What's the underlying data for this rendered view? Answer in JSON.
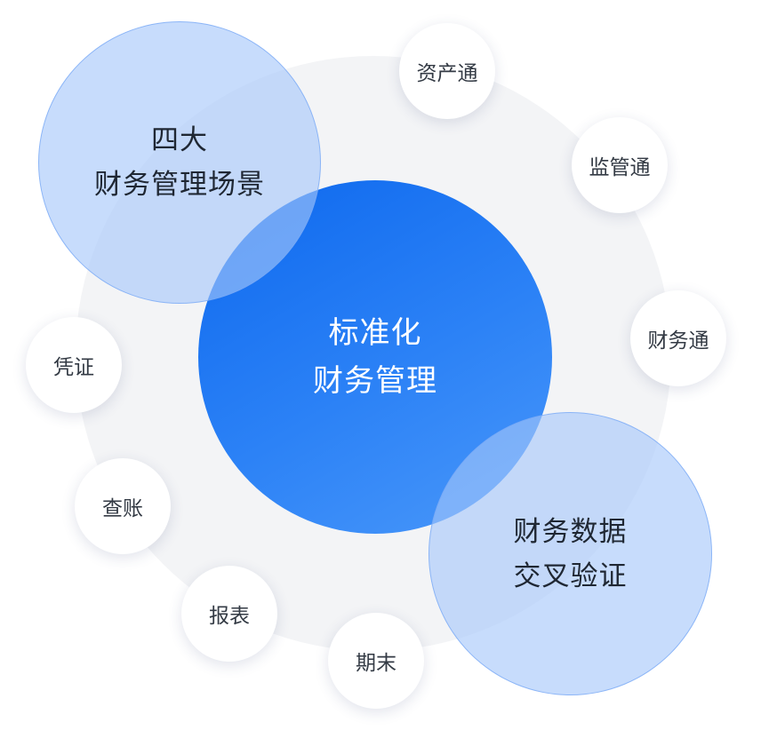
{
  "center": {
    "line1": "标准化",
    "line2": "财务管理"
  },
  "big_bubbles": [
    {
      "line1": "四大",
      "line2": "财务管理场景"
    },
    {
      "line1": "财务数据",
      "line2": "交叉验证"
    }
  ],
  "small_bubbles": [
    {
      "label": "资产通"
    },
    {
      "label": "监管通"
    },
    {
      "label": "财务通"
    },
    {
      "label": "凭证"
    },
    {
      "label": "查账"
    },
    {
      "label": "报表"
    },
    {
      "label": "期末"
    }
  ],
  "colors": {
    "center": "#1f78f2",
    "overlay": "#a4c6fa",
    "ring": "#f3f4f6"
  }
}
